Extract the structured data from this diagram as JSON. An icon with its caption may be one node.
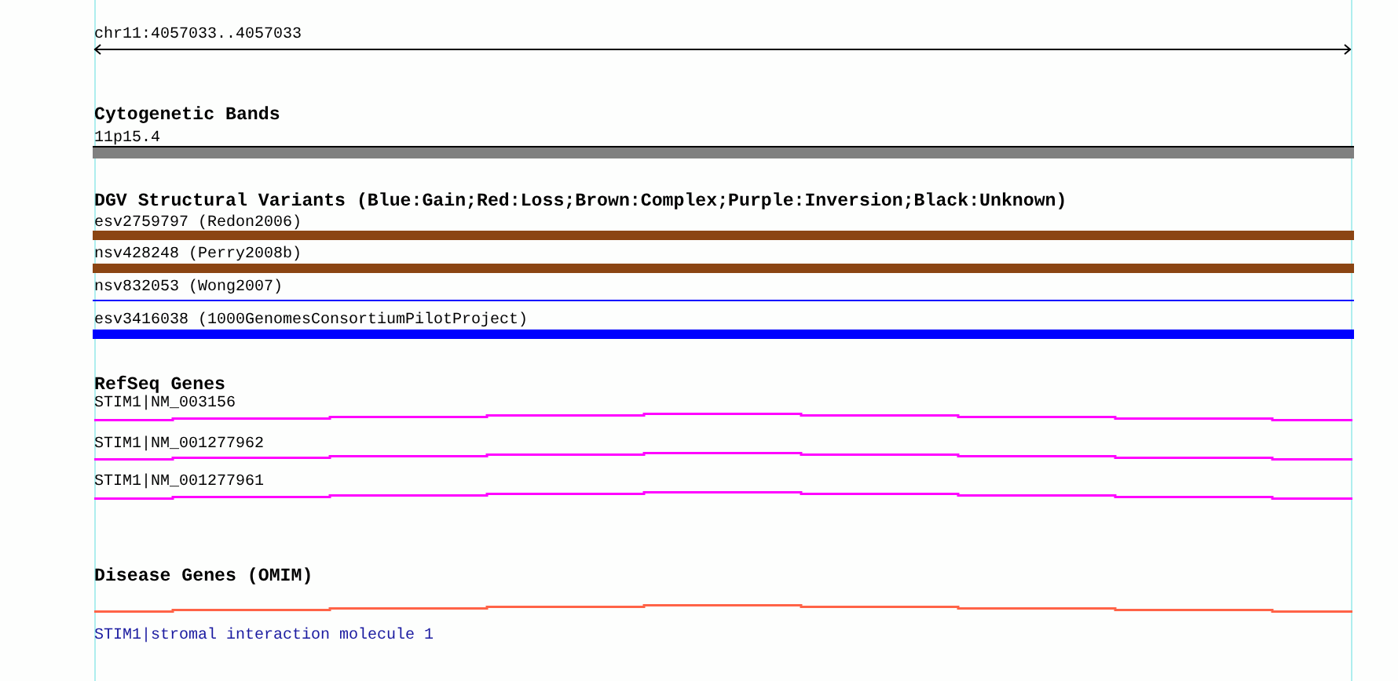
{
  "diagram": {
    "nodes": [
      {
        "text": [
          "11p15.4"
        ]
      },
      {
        "text": [
          "esv2759797 (Redon2006)"
        ]
      },
      {
        "text": [
          "nsv428248 (Perry2008b)"
        ]
      },
      {
        "text": [
          "nsv832053 (Wong2007)"
        ]
      },
      {
        "text": [
          "esv3416038 (1000GenomesConsortiumPilotProject)"
        ]
      },
      {
        "text": [
          "STIM1|NM_003156"
        ]
      },
      {
        "text": [
          "STIM1|NM_001277962"
        ]
      },
      {
        "text": [
          "STIM1|NM_001277961"
        ]
      },
      {
        "text": [
          "STIM1|stromal interaction molecule 1"
        ]
      }
    ],
    "labels": [
      "chr11:4057033..4057033",
      "Cytogenetic Bands",
      "DGV Structural Variants (Blue:Gain;Red:Loss;Brown:Complex;Purple:Inversion;Black:Unknown)",
      "RefSeq Genes",
      "Disease Genes (OMIM)"
    ]
  }
}
